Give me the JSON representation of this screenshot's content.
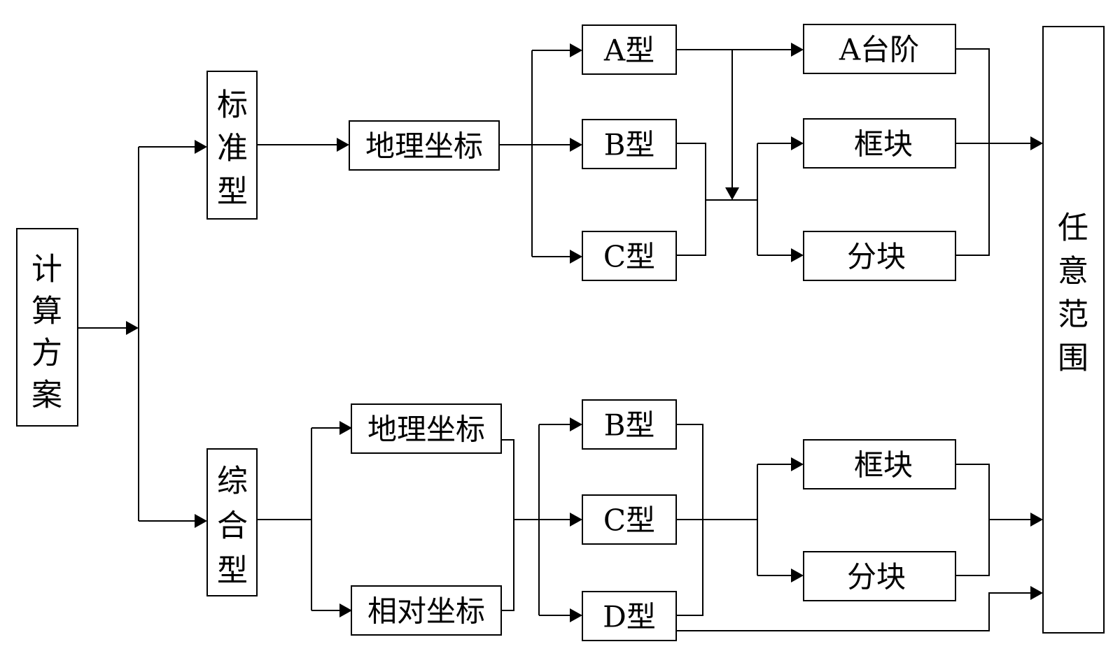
{
  "nodes": {
    "plan": {
      "label": "计算方案"
    },
    "standard": {
      "label": "标准型"
    },
    "integrated": {
      "label": "综合型"
    },
    "geo_top": {
      "label": "地理坐标"
    },
    "geo_bottom": {
      "label": "地理坐标"
    },
    "relative": {
      "label": "相对坐标"
    },
    "type_a": {
      "label": "A型"
    },
    "type_b_top": {
      "label": "B型"
    },
    "type_c_top": {
      "label": "C型"
    },
    "type_b_bot": {
      "label": "B型"
    },
    "type_c_bot": {
      "label": "C型"
    },
    "type_d": {
      "label": "D型"
    },
    "a_step": {
      "label": "A台阶"
    },
    "frame_top": {
      "label": "框块"
    },
    "split_top": {
      "label": "分块"
    },
    "frame_bot": {
      "label": "框块"
    },
    "split_bot": {
      "label": "分块"
    },
    "any_range": {
      "label": "任意范围"
    }
  }
}
